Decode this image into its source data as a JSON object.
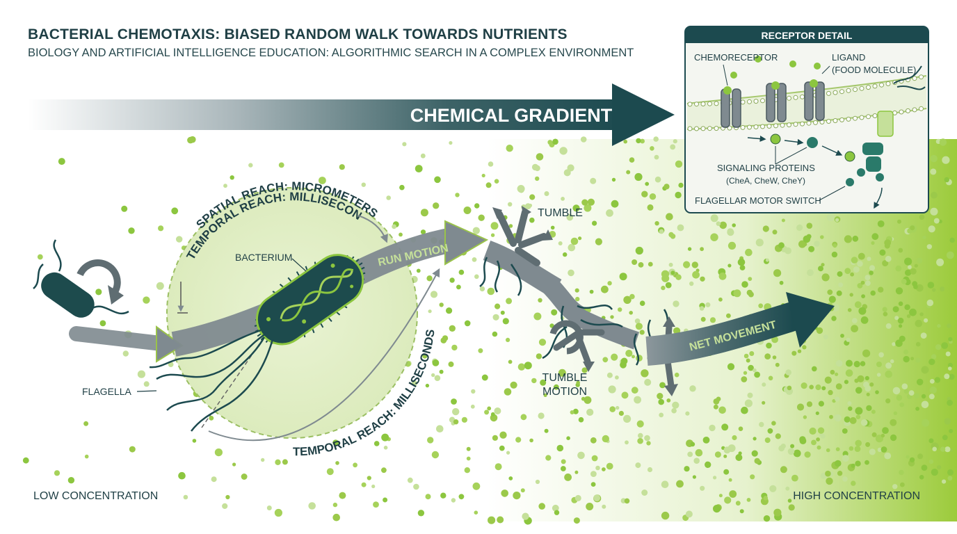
{
  "header": {
    "title": "BACTERIAL CHEMOTAXIS: BIASED RANDOM WALK TOWARDS NUTRIENTS",
    "subtitle": "BIOLOGY AND ARTIFICIAL INTELLIGENCE EDUCATION: ALGORITHMIC SEARCH IN A COMPLEX ENVIRONMENT"
  },
  "gradient": {
    "label": "CHEMICAL GRADIENT"
  },
  "labels": {
    "spatial_reach": "SPATIAL REACH: MICROMETERS",
    "temporal_reach_inner": "TEMPORAL REACH: MILLISECONDS",
    "temporal_reach_outer": "TEMPORAL REACH: MILLISECONDS",
    "bacterium": "BACTERIUM",
    "flagella": "FLAGELLA",
    "run_motion": "RUN MOTION",
    "tumble": "TUMBLE",
    "tumble_motion_1": "TUMBLE",
    "tumble_motion_2": "MOTION",
    "net_movement": "NET MOVEMENT",
    "low_concentration": "LOW CONCENTRATION",
    "high_concentration": "HIGH CONCENTRATION"
  },
  "receptor": {
    "title": "RECEPTOR DETAIL",
    "chemoreceptor": "CHEMORECEPTOR",
    "ligand_1": "LIGAND",
    "ligand_2": "(FOOD MOLECULE)",
    "signaling_1": "SIGNALING PROTEINS",
    "signaling_2": "(CheA, CheW, CheY)",
    "motor_switch": "FLAGELLAR MOTOR SWITCH"
  },
  "colors": {
    "dark_teal": "#1c4a4f",
    "lime": "#8cc63f",
    "light_lime": "#c5e09a",
    "grey": "#7f8a90",
    "reach_fill": "#eaf3d6"
  }
}
